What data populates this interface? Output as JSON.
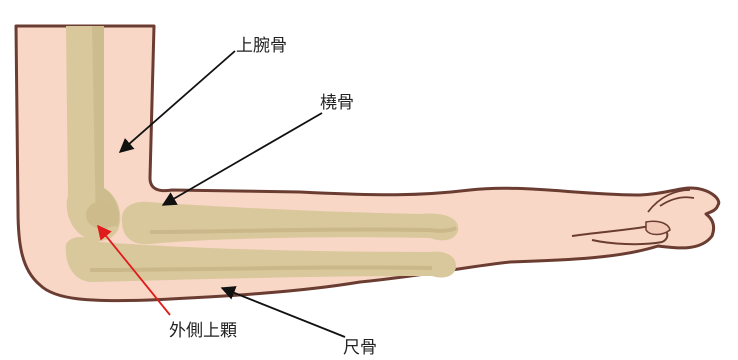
{
  "labels": {
    "humerus": "上腕骨",
    "radius": "橈骨",
    "lateral_epicondyle": "外側上顆",
    "ulna": "尺骨"
  },
  "colors": {
    "background": "#ffffff",
    "skin": "#f8d7c6",
    "skin_outline": "#6b3d32",
    "bone": "#d9c89c",
    "bone_shadow": "#bfae7f",
    "leader_line": "#111111",
    "highlight_arrow": "#e01b1b"
  }
}
